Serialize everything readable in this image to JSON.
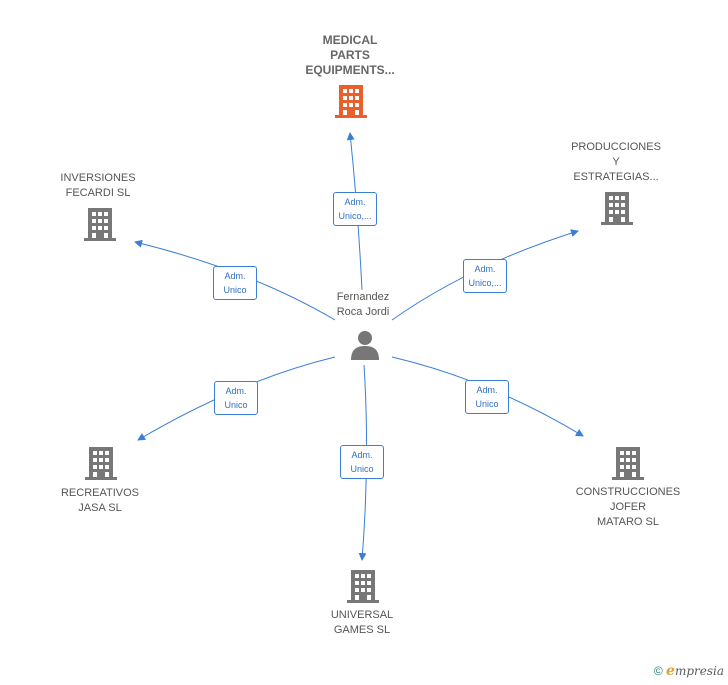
{
  "center": {
    "name": "Fernandez\nRoca Jordi",
    "icon": "person-icon"
  },
  "companies": [
    {
      "id": "medical",
      "name": "MEDICAL\nPARTS\nEQUIPMENTS...",
      "relation": "Adm.\nUnico,...",
      "highlight": true,
      "color": "#e8602c"
    },
    {
      "id": "producciones",
      "name": "PRODUCCIONES\nY\nESTRATEGIAS...",
      "relation": "Adm.\nUnico,...",
      "highlight": false,
      "color": "#777777"
    },
    {
      "id": "construcciones",
      "name": "CONSTRUCCIONES\nJOFER\nMATARO  SL",
      "relation": "Adm.\nUnico",
      "highlight": false,
      "color": "#777777"
    },
    {
      "id": "universal",
      "name": "UNIVERSAL\nGAMES  SL",
      "relation": "Adm.\nUnico",
      "highlight": false,
      "color": "#777777"
    },
    {
      "id": "recreativos",
      "name": "RECREATIVOS\nJASA  SL",
      "relation": "Adm.\nUnico",
      "highlight": false,
      "color": "#777777"
    },
    {
      "id": "inversiones",
      "name": "INVERSIONES\nFECARDI  SL",
      "relation": "Adm.\nUnico",
      "highlight": false,
      "color": "#777777"
    }
  ],
  "colors": {
    "edge": "#3a7fd5",
    "building_default": "#777777",
    "building_highlight": "#e8602c"
  },
  "footer": {
    "copyright_symbol": "©",
    "brand_initial": "e",
    "brand_rest": "mpresia"
  }
}
